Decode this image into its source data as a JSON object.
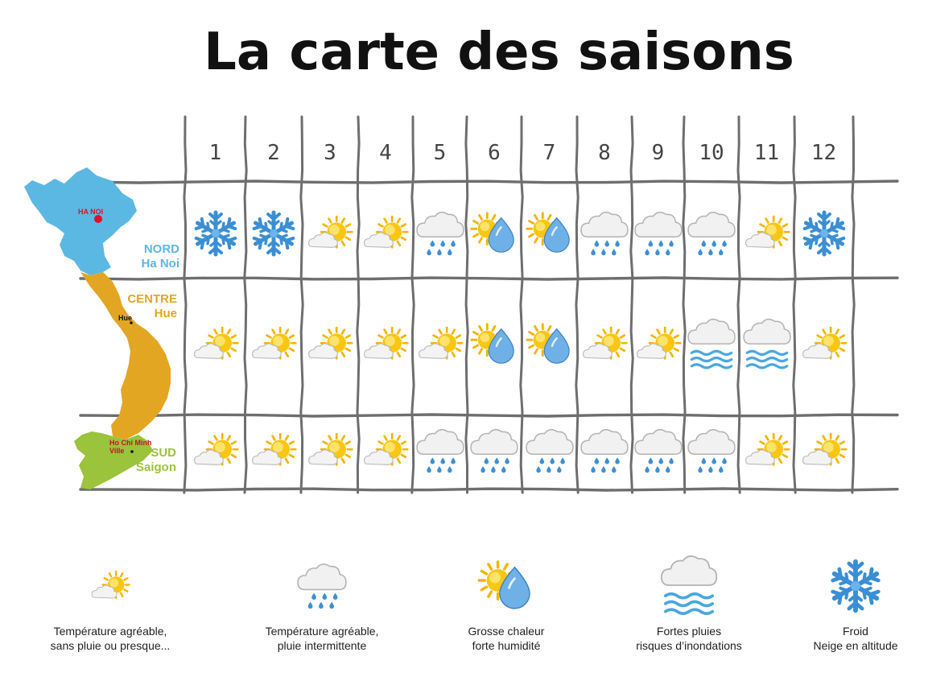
{
  "title": "La carte des saisons",
  "months": [
    "1",
    "2",
    "3",
    "4",
    "5",
    "6",
    "7",
    "8",
    "9",
    "10",
    "11",
    "12"
  ],
  "regions": [
    {
      "key": "nord",
      "name": "NORD",
      "city": "Ha Noi",
      "color": "#5bb8e3",
      "icons": [
        "snow",
        "snow",
        "sun",
        "sun",
        "rain",
        "heat",
        "heat",
        "rain",
        "rain",
        "rain",
        "sun",
        "snow"
      ]
    },
    {
      "key": "centre",
      "name": "CENTRE",
      "city": "Hue",
      "color": "#e2a623",
      "icons": [
        "sun",
        "sun",
        "sun",
        "sun",
        "sun",
        "heat",
        "heat",
        "sun",
        "sun",
        "flood",
        "flood",
        "sun"
      ]
    },
    {
      "key": "sud",
      "name": "SUD",
      "city": "Saigon",
      "color": "#9bc33b",
      "icons": [
        "sun",
        "sun",
        "sun",
        "sun",
        "rain",
        "rain",
        "rain",
        "rain",
        "rain",
        "rain",
        "sun",
        "sun"
      ]
    }
  ],
  "map_cities": {
    "hanoi": "HA NOI",
    "hue": "Hue",
    "hcm_line1": "Ho Chi Minh",
    "hcm_line2": "Ville"
  },
  "colors": {
    "nord": "#5bb8e3",
    "centre": "#e2a623",
    "sud": "#9bc33b",
    "city_dot": "#e0102a",
    "grid": "#6e6e6e"
  },
  "legend": [
    {
      "icon": "sun",
      "line1": "Température agréable,",
      "line2": "sans pluie ou presque..."
    },
    {
      "icon": "rain",
      "line1": "Température agréable,",
      "line2": "pluie intermittente"
    },
    {
      "icon": "heat",
      "line1": "Grosse chaleur",
      "line2": "forte humidité"
    },
    {
      "icon": "flood",
      "line1": "Fortes pluies",
      "line2": "risques d’inondations"
    },
    {
      "icon": "snow",
      "line1": "Froid",
      "line2": "Neige en altitude"
    }
  ]
}
